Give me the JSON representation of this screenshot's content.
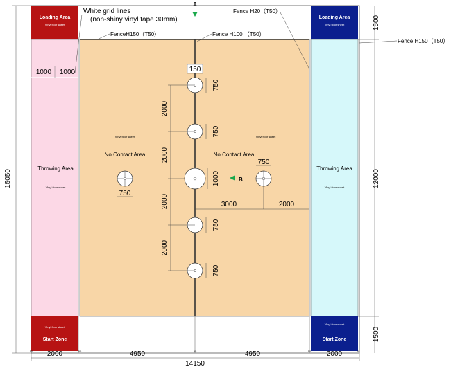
{
  "annotations": {
    "white_grid_lines": "White grid lines",
    "tape_note": "(non-shiny vinyl tape 30mm)",
    "fence_h150_top": "FenceH150（T50）",
    "fence_h100": "Fence H100 （T50）",
    "fence_h20": "Fence H20（T50）",
    "fence_h150_right": "Fence H150（T50）"
  },
  "markers": {
    "a_label": "A",
    "b_label": "B"
  },
  "zones": {
    "loading_left": "Loading Area",
    "loading_right": "Loading Area",
    "start_left": "Start Zone",
    "start_right": "Start Zone",
    "throwing_left": "Throwing Area",
    "throwing_right": "Throwing Area",
    "no_contact_left": "No Contact Area",
    "no_contact_right": "No Contact Area",
    "vinyl": "Vinyl floor sheet"
  },
  "dimensions": {
    "total_height": "15050",
    "inner_height": "12000",
    "loading_height": "1500",
    "start_height": "1500",
    "total_width": "14150",
    "zone_width": "2000",
    "half_width": "4950",
    "fence_t": "50",
    "half_zone": "1000",
    "post_150": "150",
    "post_750": "750",
    "post_1000": "1000",
    "spacing_2000": "2000",
    "offset_3000": "3000"
  }
}
